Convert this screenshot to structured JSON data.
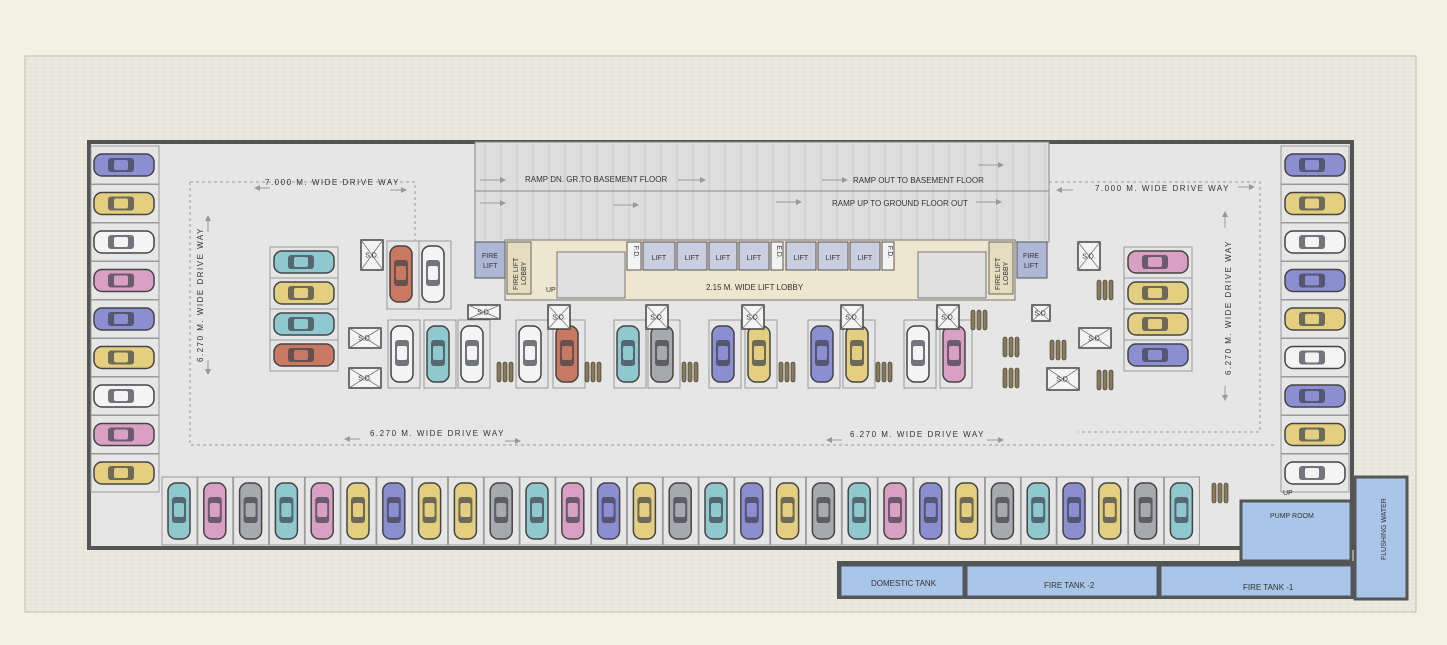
{
  "labels": {
    "ramp_down": "RAMP DN. GR.TO BASEMENT FLOOR",
    "ramp_out": "RAMP OUT TO BASEMENT FLOOR",
    "ramp_up": "RAMP UP TO GROUND FLOOR OUT",
    "drive_top_left": "7.000 M. WIDE DRIVE WAY",
    "drive_top_right": "7.000 M. WIDE DRIVE WAY",
    "drive_left": "6.270 M. WIDE DRIVE WAY",
    "drive_right": "6.270 M. WIDE DRIVE WAY",
    "drive_bottom_left": "6.270 M. WIDE DRIVE WAY",
    "drive_bottom_right": "6.270 M. WIDE DRIVE WAY",
    "lift_lobby": "2.15 M. WIDE LIFT LOBBY",
    "fire_lift_left": [
      "FIRE",
      "LIFT"
    ],
    "fire_lift_right": [
      "FIRE",
      "LIFT"
    ],
    "fire_lift_lobby": [
      "FIRE LIFT",
      "LOBBY"
    ],
    "lift": "LIFT",
    "fd": "F.D.",
    "ed": "E.D.",
    "up": "UP",
    "sd": "S.D.",
    "pump_room": "PUMP ROOM",
    "flushing_water": "FLUSHING WATER",
    "domestic_tank": "DOMESTIC TANK",
    "fire_tank_2": "FIRE TANK -2",
    "fire_tank_1": "FIRE TANK -1"
  },
  "colors": {
    "background": "#f2f1e4",
    "site": "#e9e9df",
    "floor": "#e6e6e6",
    "wall": "#555555",
    "lift": "#c9cfe0",
    "fire_lift": "#aeb7d6",
    "tank": "#a9c6e8",
    "lobby": "#efe6cf",
    "ramp": "#dcdcdc"
  },
  "car_colors": {
    "teal": "#8fc9cf",
    "pink": "#d9a0c4",
    "grey": "#a7a9ad",
    "yellow": "#e3cf7f",
    "blue": "#8c8ed2",
    "white": "#f4f4f4",
    "red": "#c97862"
  },
  "car_rows": {
    "left": [
      "blue",
      "yellow",
      "white",
      "pink",
      "blue",
      "yellow",
      "white",
      "pink",
      "yellow"
    ],
    "right": [
      "blue",
      "yellow",
      "white",
      "blue",
      "yellow",
      "white",
      "blue",
      "yellow",
      "white"
    ],
    "bottom": [
      "teal",
      "pink",
      "grey",
      "teal",
      "pink",
      "yellow",
      "blue",
      "yellow",
      "yellow",
      "grey",
      "teal",
      "pink",
      "blue",
      "yellow",
      "grey",
      "teal",
      "blue",
      "yellow",
      "grey",
      "teal",
      "pink",
      "blue",
      "yellow",
      "grey",
      "teal",
      "blue",
      "yellow",
      "grey",
      "teal"
    ],
    "island_left": [
      "teal",
      "yellow",
      "teal",
      "red"
    ],
    "island_right": [
      "pink",
      "yellow",
      "yellow",
      "blue"
    ],
    "top_pair": [
      "red",
      "white"
    ],
    "middle": [
      "white",
      "teal",
      "white",
      "white",
      "red",
      "teal",
      "grey",
      "blue",
      "yellow",
      "blue",
      "yellow",
      "white",
      "pink"
    ]
  }
}
